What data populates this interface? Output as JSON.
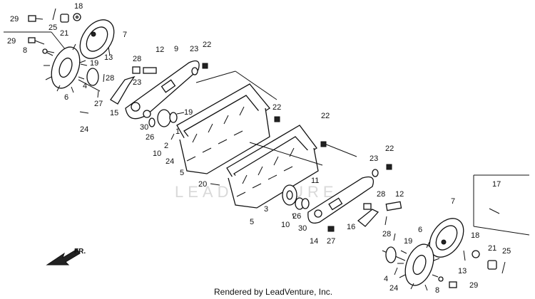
{
  "watermark": "LEADVENTURE",
  "footer": "Rendered by LeadVenture, Inc.",
  "direction": "FR.",
  "callouts": {
    "c29a": "29",
    "c25a": "25",
    "c21a": "21",
    "c18a": "18",
    "c7a": "7",
    "c29b": "29",
    "c8a": "8",
    "c13a": "13",
    "c19a": "19",
    "c6a": "6",
    "c4a": "4",
    "c28a": "28",
    "c27a": "27",
    "c15": "15",
    "c24a": "24",
    "c28b": "28",
    "c12a": "12",
    "c9": "9",
    "c23a": "23",
    "c22a": "22",
    "c23b": "23",
    "c19b": "19",
    "c30a": "30",
    "c26a": "26",
    "c10a": "10",
    "c2": "2",
    "c24b": "24",
    "c1": "1",
    "c22b": "22",
    "c22c": "22",
    "c5a": "5",
    "c20": "20",
    "c11": "11",
    "c23c": "23",
    "c22d": "22",
    "c17": "17",
    "c28c": "28",
    "c12b": "12",
    "c7b": "7",
    "c5b": "5",
    "c3": "3",
    "c10b": "10",
    "c26b": "26",
    "c30b": "30",
    "c14": "14",
    "c27b": "27",
    "c16": "16",
    "c28d": "28",
    "c19c": "19",
    "c6b": "6",
    "c18b": "18",
    "c13b": "13",
    "c21b": "21",
    "c25b": "25",
    "c4b": "4",
    "c24c": "24",
    "c8b": "8",
    "c29c": "29"
  }
}
